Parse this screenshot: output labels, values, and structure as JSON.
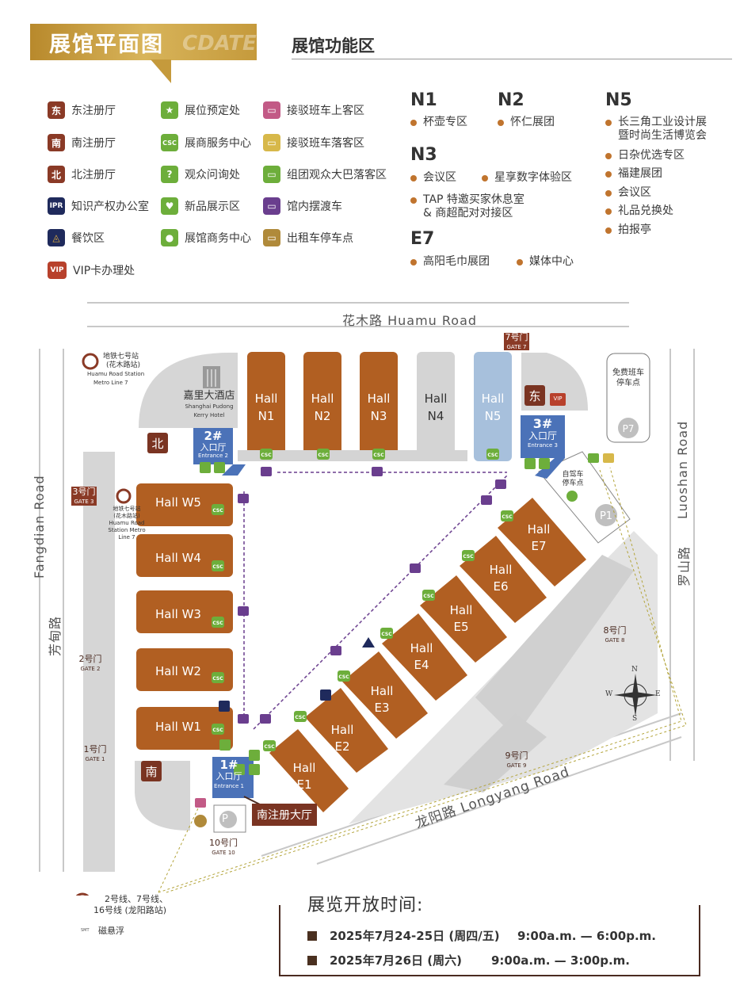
{
  "header": {
    "title": "展馆平面图",
    "title_ghost": "CDATE",
    "section_title": "展馆功能区"
  },
  "legend": [
    {
      "icon": "东",
      "icon_name": "east-registration-icon",
      "label": "东注册厅"
    },
    {
      "icon": "南",
      "icon_name": "south-registration-icon",
      "label": "南注册厅"
    },
    {
      "icon": "北",
      "icon_name": "north-registration-icon",
      "label": "北注册厅"
    },
    {
      "icon": "IPR",
      "icon_name": "ipr-icon",
      "label": "知识产权办公室"
    },
    {
      "icon": "◬",
      "icon_name": "food-icon",
      "label": "餐饮区"
    },
    {
      "icon": "VIP",
      "icon_name": "vip-card-icon",
      "label": "VIP卡办理处"
    },
    {
      "icon": "★",
      "icon_name": "booth-booking-icon",
      "label": "展位预定处"
    },
    {
      "icon": "CSC",
      "icon_name": "csc-icon",
      "label": "展商服务中心"
    },
    {
      "icon": "?",
      "icon_name": "help-icon",
      "label": "观众问询处"
    },
    {
      "icon": "♥",
      "icon_name": "heart-icon",
      "label": "新品展示区"
    },
    {
      "icon": "●",
      "icon_name": "person-icon",
      "label": "展馆商务中心"
    },
    {
      "icon": "▭",
      "icon_name": "shuttle-pickup-icon",
      "label": "接驳班车上客区"
    },
    {
      "icon": "▭",
      "icon_name": "shuttle-dropoff-icon",
      "label": "接驳班车落客区"
    },
    {
      "icon": "▭",
      "icon_name": "group-bus-icon",
      "label": "组团观众大巴落客区"
    },
    {
      "icon": "▭",
      "icon_name": "ferry-bus-icon",
      "label": "馆内摆渡车"
    },
    {
      "icon": "▭",
      "icon_name": "taxi-icon",
      "label": "出租车停车点"
    }
  ],
  "zones": {
    "N1": {
      "name": "N1",
      "items": [
        "杯壶专区"
      ]
    },
    "N2": {
      "name": "N2",
      "items": [
        "怀仁展团"
      ]
    },
    "N3": {
      "name": "N3",
      "items": [
        "会议区",
        "星享数字体验区",
        "TAP 特邀买家休息室",
        "& 商超配对对接区"
      ]
    },
    "E7": {
      "name": "E7",
      "items": [
        "高阳毛巾展团",
        "媒体中心"
      ]
    },
    "N5": {
      "name": "N5",
      "items": [
        "长三角工业设计展",
        "暨时尚生活博览会",
        "日杂优选专区",
        "福建展团",
        "会议区",
        "礼品兑换处",
        "拍报亭"
      ]
    }
  },
  "map": {
    "roads": {
      "north": "花木路  Huamu Road",
      "west_en": "Fangdian Road",
      "west_cn": "芳甸路",
      "east_en": "Luoshan Road",
      "east_cn": "罗山路",
      "south": "龙阳路  Longyang Road"
    },
    "halls_n": [
      {
        "line1": "Hall",
        "line2": "N1"
      },
      {
        "line1": "Hall",
        "line2": "N2"
      },
      {
        "line1": "Hall",
        "line2": "N3"
      },
      {
        "line1": "Hall",
        "line2": "N4"
      },
      {
        "line1": "Hall",
        "line2": "N5"
      }
    ],
    "halls_w": [
      "Hall W5",
      "Hall W4",
      "Hall W3",
      "Hall W2",
      "Hall W1"
    ],
    "halls_e": [
      {
        "line1": "Hall",
        "line2": "E1"
      },
      {
        "line1": "Hall",
        "line2": "E2"
      },
      {
        "line1": "Hall",
        "line2": "E3"
      },
      {
        "line1": "Hall",
        "line2": "E4"
      },
      {
        "line1": "Hall",
        "line2": "E5"
      },
      {
        "line1": "Hall",
        "line2": "E6"
      },
      {
        "line1": "Hall",
        "line2": "E7"
      }
    ],
    "entrances": [
      {
        "num": "1#",
        "cn": "入口厅",
        "en": "Entrance 1"
      },
      {
        "num": "2#",
        "cn": "入口厅",
        "en": "Entrance 2"
      },
      {
        "num": "3#",
        "cn": "入口厅",
        "en": "Entrance 3"
      }
    ],
    "gates": [
      {
        "cn": "1号门",
        "en": "GATE 1"
      },
      {
        "cn": "2号门",
        "en": "GATE 2"
      },
      {
        "cn": "3号门",
        "en": "GATE 3"
      },
      {
        "cn": "7号门",
        "en": "GATE 7"
      },
      {
        "cn": "8号门",
        "en": "GATE 8"
      },
      {
        "cn": "9号门",
        "en": "GATE 9"
      },
      {
        "cn": "10号门",
        "en": "GATE 10"
      }
    ],
    "hotel": {
      "cn": "嘉里大酒店",
      "en1": "Shanghai Pudong",
      "en2": "Kerry Hotel"
    },
    "metro_top": {
      "cn1": "地铁七号站",
      "cn2": "(花木路站)",
      "en1": "Huamu Road Station",
      "en2": "Metro Line 7"
    },
    "metro_west": {
      "cn1": "地铁七号站",
      "cn2": "(花木路站)",
      "en1": "Huamu Road",
      "en2": "Station Metro",
      "en3": "Line 7"
    },
    "metro_bottom": {
      "line1": "2号线、7号线、",
      "line2": "16号线 (龙阳路站)",
      "maglev": "磁悬浮",
      "smt": "SMT"
    },
    "parking": {
      "p7": "P7",
      "p1": "P1",
      "pvip": "P",
      "free_shuttle1": "免费班车",
      "free_shuttle2": "停车点",
      "self_drive1": "自驾车",
      "self_drive2": "停车点"
    },
    "south_hall_label": "南注册大厅",
    "reg_labels": {
      "north": "北",
      "east": "东",
      "south": "南",
      "vip": "VIP"
    },
    "compass": {
      "n": "N",
      "s": "S",
      "e": "E",
      "w": "W"
    },
    "csc": "CSC",
    "ipr": "IPR"
  },
  "hours": {
    "title": "展览开放时间:",
    "rows": [
      {
        "date": "2025年7月24-25日 (周四/五)",
        "time": "9:00a.m. — 6:00p.m."
      },
      {
        "date": "2025年7月26日 (周六)",
        "time": "9:00a.m. — 3:00p.m."
      }
    ]
  },
  "colors": {
    "hall": "#b15f22",
    "hall_grey": "#d4d4d4",
    "hall_blue": "#a7c0dc",
    "entrance": "#4b72b8",
    "brown_dark": "#7a3422",
    "gold": "#c59a3c",
    "ferry": "#6a3e8e",
    "shuttle": "#c25a86",
    "green": "#6dae3b"
  }
}
